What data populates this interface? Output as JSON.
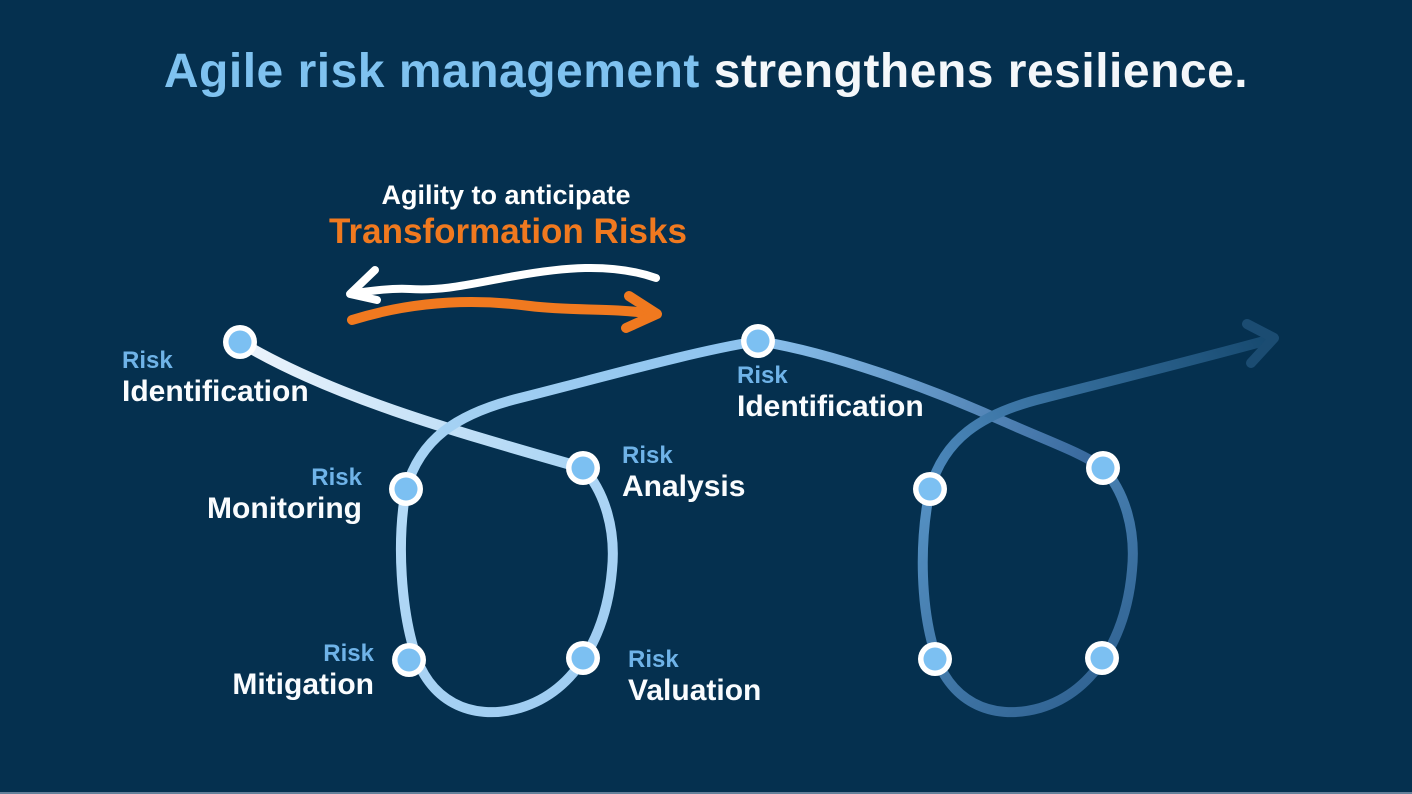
{
  "slide": {
    "title": {
      "highlight": "Agile risk management",
      "rest": " strengthens resilience."
    },
    "annotation": {
      "line1": "Agility to anticipate",
      "line2": "Transformation Risks"
    },
    "labels": [
      {
        "top": "Risk",
        "bottom": "Identification"
      },
      {
        "top": "Risk",
        "bottom": "Monitoring"
      },
      {
        "top": "Risk",
        "bottom": "Analysis"
      },
      {
        "top": "Risk",
        "bottom": "Mitigation"
      },
      {
        "top": "Risk",
        "bottom": "Valuation"
      },
      {
        "top": "Risk",
        "bottom": "Identification"
      }
    ],
    "colors": {
      "background": "#05304F",
      "title_highlight": "#7FC2F0",
      "text_white": "#FFFFFF",
      "accent_orange": "#F0791F",
      "risk_label_blue": "#6FB3E8",
      "loop_light": "#A9D4F4",
      "loop_dark": "#2B5C8B",
      "node_fill": "#7CC0F2"
    }
  }
}
